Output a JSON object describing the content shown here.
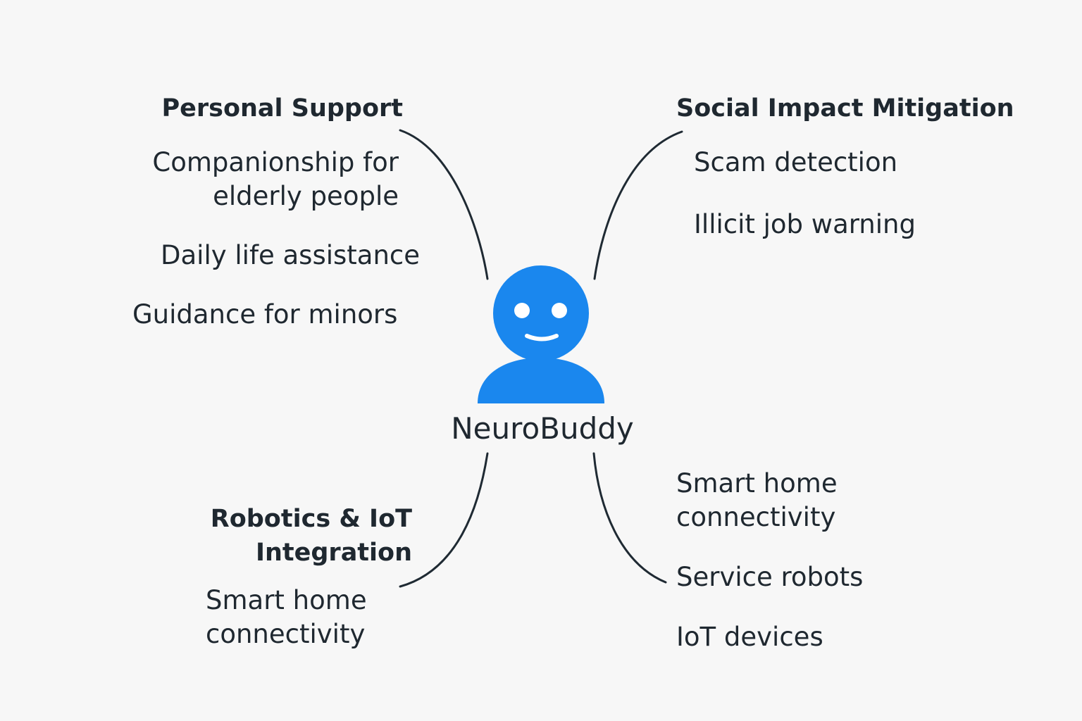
{
  "center": {
    "name": "NeuroBuddy",
    "icon": "robot-face-icon",
    "color": "#1a87ee"
  },
  "branches": {
    "personal_support": {
      "title": "Personal Support",
      "items": [
        "Companionship for\nelderly people",
        "Daily life assistance",
        "Guidance for minors"
      ]
    },
    "social_impact": {
      "title": "Social Impact Mitigation",
      "items": [
        "Scam detection",
        "Illicit job warning"
      ]
    },
    "robotics_iot": {
      "title": "Robotics & IoT\nIntegration",
      "items": [
        "Smart home\nconnectivity"
      ]
    },
    "bottom_right": {
      "items": [
        "Smart home\nconnectivity",
        "Service robots",
        "IoT devices"
      ]
    }
  },
  "colors": {
    "background": "#f7f7f7",
    "text": "#1f2830",
    "line": "#1f2a33",
    "accent": "#1a87ee"
  }
}
